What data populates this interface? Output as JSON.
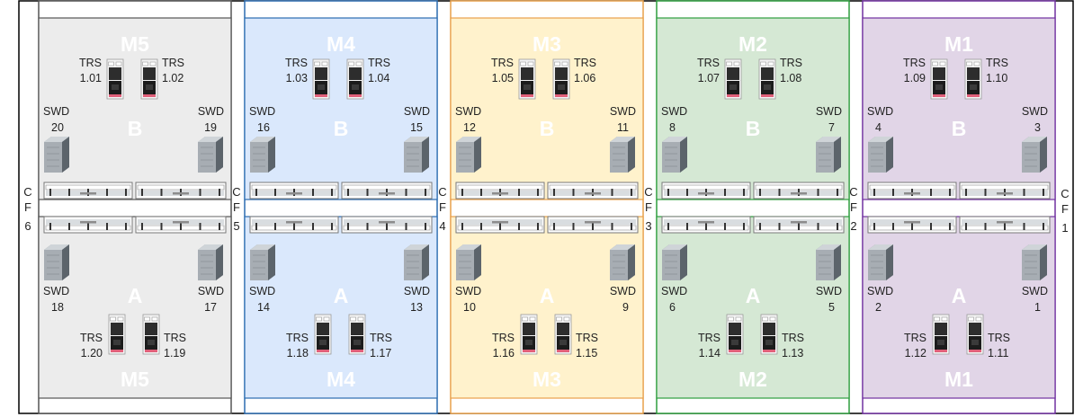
{
  "modules": [
    {
      "id": "M5",
      "top_label": "M5",
      "bottom_label": "M5",
      "zone_top": "B",
      "zone_bottom": "A",
      "fill": "#ececec",
      "stroke": "#555555",
      "trs_top": [
        "1.01",
        "1.02"
      ],
      "trs_bottom": [
        "1.20",
        "1.19"
      ],
      "swd_top": [
        "20",
        "19"
      ],
      "swd_bottom": [
        "18",
        "17"
      ]
    },
    {
      "id": "M4",
      "top_label": "M4",
      "bottom_label": "M4",
      "zone_top": "B",
      "zone_bottom": "A",
      "fill": "#dae8fc",
      "stroke": "#2b6cb0",
      "trs_top": [
        "1.03",
        "1.04"
      ],
      "trs_bottom": [
        "1.18",
        "1.17"
      ],
      "swd_top": [
        "16",
        "15"
      ],
      "swd_bottom": [
        "14",
        "13"
      ]
    },
    {
      "id": "M3",
      "top_label": "M3",
      "bottom_label": "M3",
      "zone_top": "B",
      "zone_bottom": "A",
      "fill": "#fff2cc",
      "stroke": "#e8a04a",
      "trs_top": [
        "1.05",
        "1.06"
      ],
      "trs_bottom": [
        "1.16",
        "1.15"
      ],
      "swd_top": [
        "12",
        "11"
      ],
      "swd_bottom": [
        "10",
        "9"
      ]
    },
    {
      "id": "M2",
      "top_label": "M2",
      "bottom_label": "M2",
      "zone_top": "B",
      "zone_bottom": "A",
      "fill": "#d5e8d4",
      "stroke": "#2e9e3e",
      "trs_top": [
        "1.07",
        "1.08"
      ],
      "trs_bottom": [
        "1.14",
        "1.13"
      ],
      "swd_top": [
        "8",
        "7"
      ],
      "swd_bottom": [
        "6",
        "5"
      ]
    },
    {
      "id": "M1",
      "top_label": "M1",
      "bottom_label": "M1",
      "zone_top": "B",
      "zone_bottom": "A",
      "fill": "#e1d5e7",
      "stroke": "#7030a0",
      "trs_top": [
        "1.09",
        "1.10"
      ],
      "trs_bottom": [
        "1.12",
        "1.11"
      ],
      "swd_top": [
        "4",
        "3"
      ],
      "swd_bottom": [
        "2",
        "1"
      ]
    }
  ],
  "trs_label": "TRS",
  "swd_label": "SWD",
  "cf_labels": [
    [
      "C",
      "F",
      "6"
    ],
    [
      "C",
      "F",
      "5"
    ],
    [
      "C",
      "F",
      "4"
    ],
    [
      "C",
      "F",
      "3"
    ],
    [
      "C",
      "F",
      "2"
    ],
    [
      "C",
      "F",
      "1"
    ]
  ]
}
